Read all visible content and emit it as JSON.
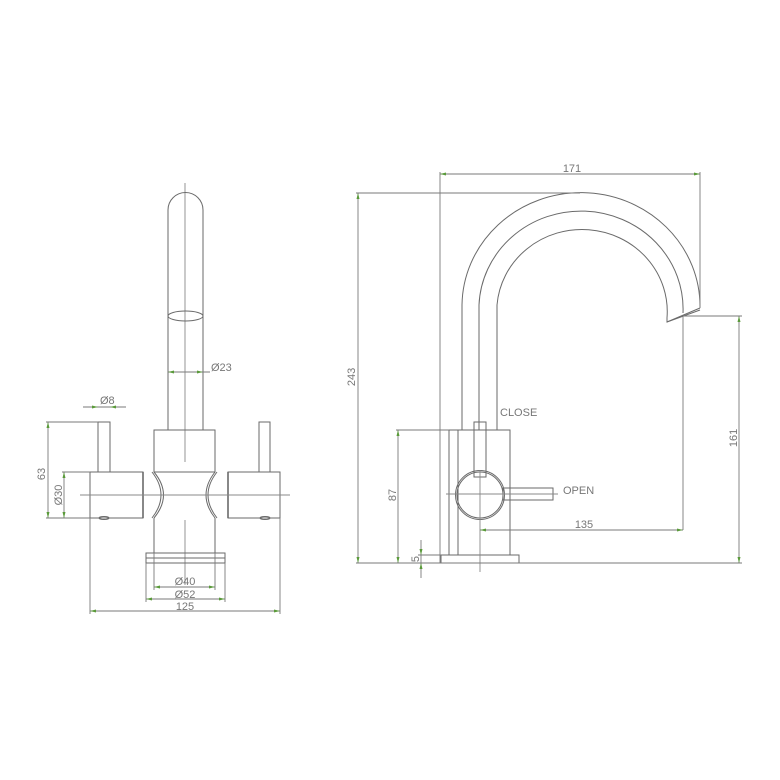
{
  "drawing": {
    "title": "Mixer tap technical drawing",
    "colors": {
      "line": "#6a6a6a",
      "dimension_arrow": "#5a9a3a",
      "text": "#777777",
      "background": "#ffffff"
    },
    "front_view": {
      "dimensions": {
        "spout_diameter": "Ø23",
        "lever_diameter": "Ø8",
        "handle_height": "63",
        "handle_diameter": "Ø30",
        "body_diameter": "Ø40",
        "base_diameter": "Ø52",
        "overall_width": "125"
      }
    },
    "side_view": {
      "dimensions": {
        "spout_reach": "171",
        "overall_height": "243",
        "outlet_height": "161",
        "body_height": "87",
        "base_thickness": "5",
        "outlet_reach": "135"
      },
      "annotations": {
        "close": "CLOSE",
        "open": "OPEN"
      }
    }
  }
}
